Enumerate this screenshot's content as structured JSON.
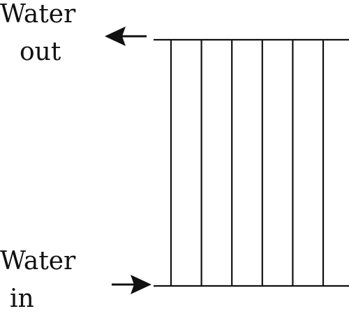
{
  "labels": {
    "outlet_line1": "Water",
    "outlet_line2": "out",
    "inlet_line1": "Water",
    "inlet_line2": "in"
  },
  "colors": {
    "stroke": "#111111",
    "background": "#ffffff"
  },
  "tubes": {
    "count": 6
  },
  "icons": {
    "outlet_arrow": "arrow-left-icon",
    "inlet_arrow": "arrow-right-icon"
  }
}
